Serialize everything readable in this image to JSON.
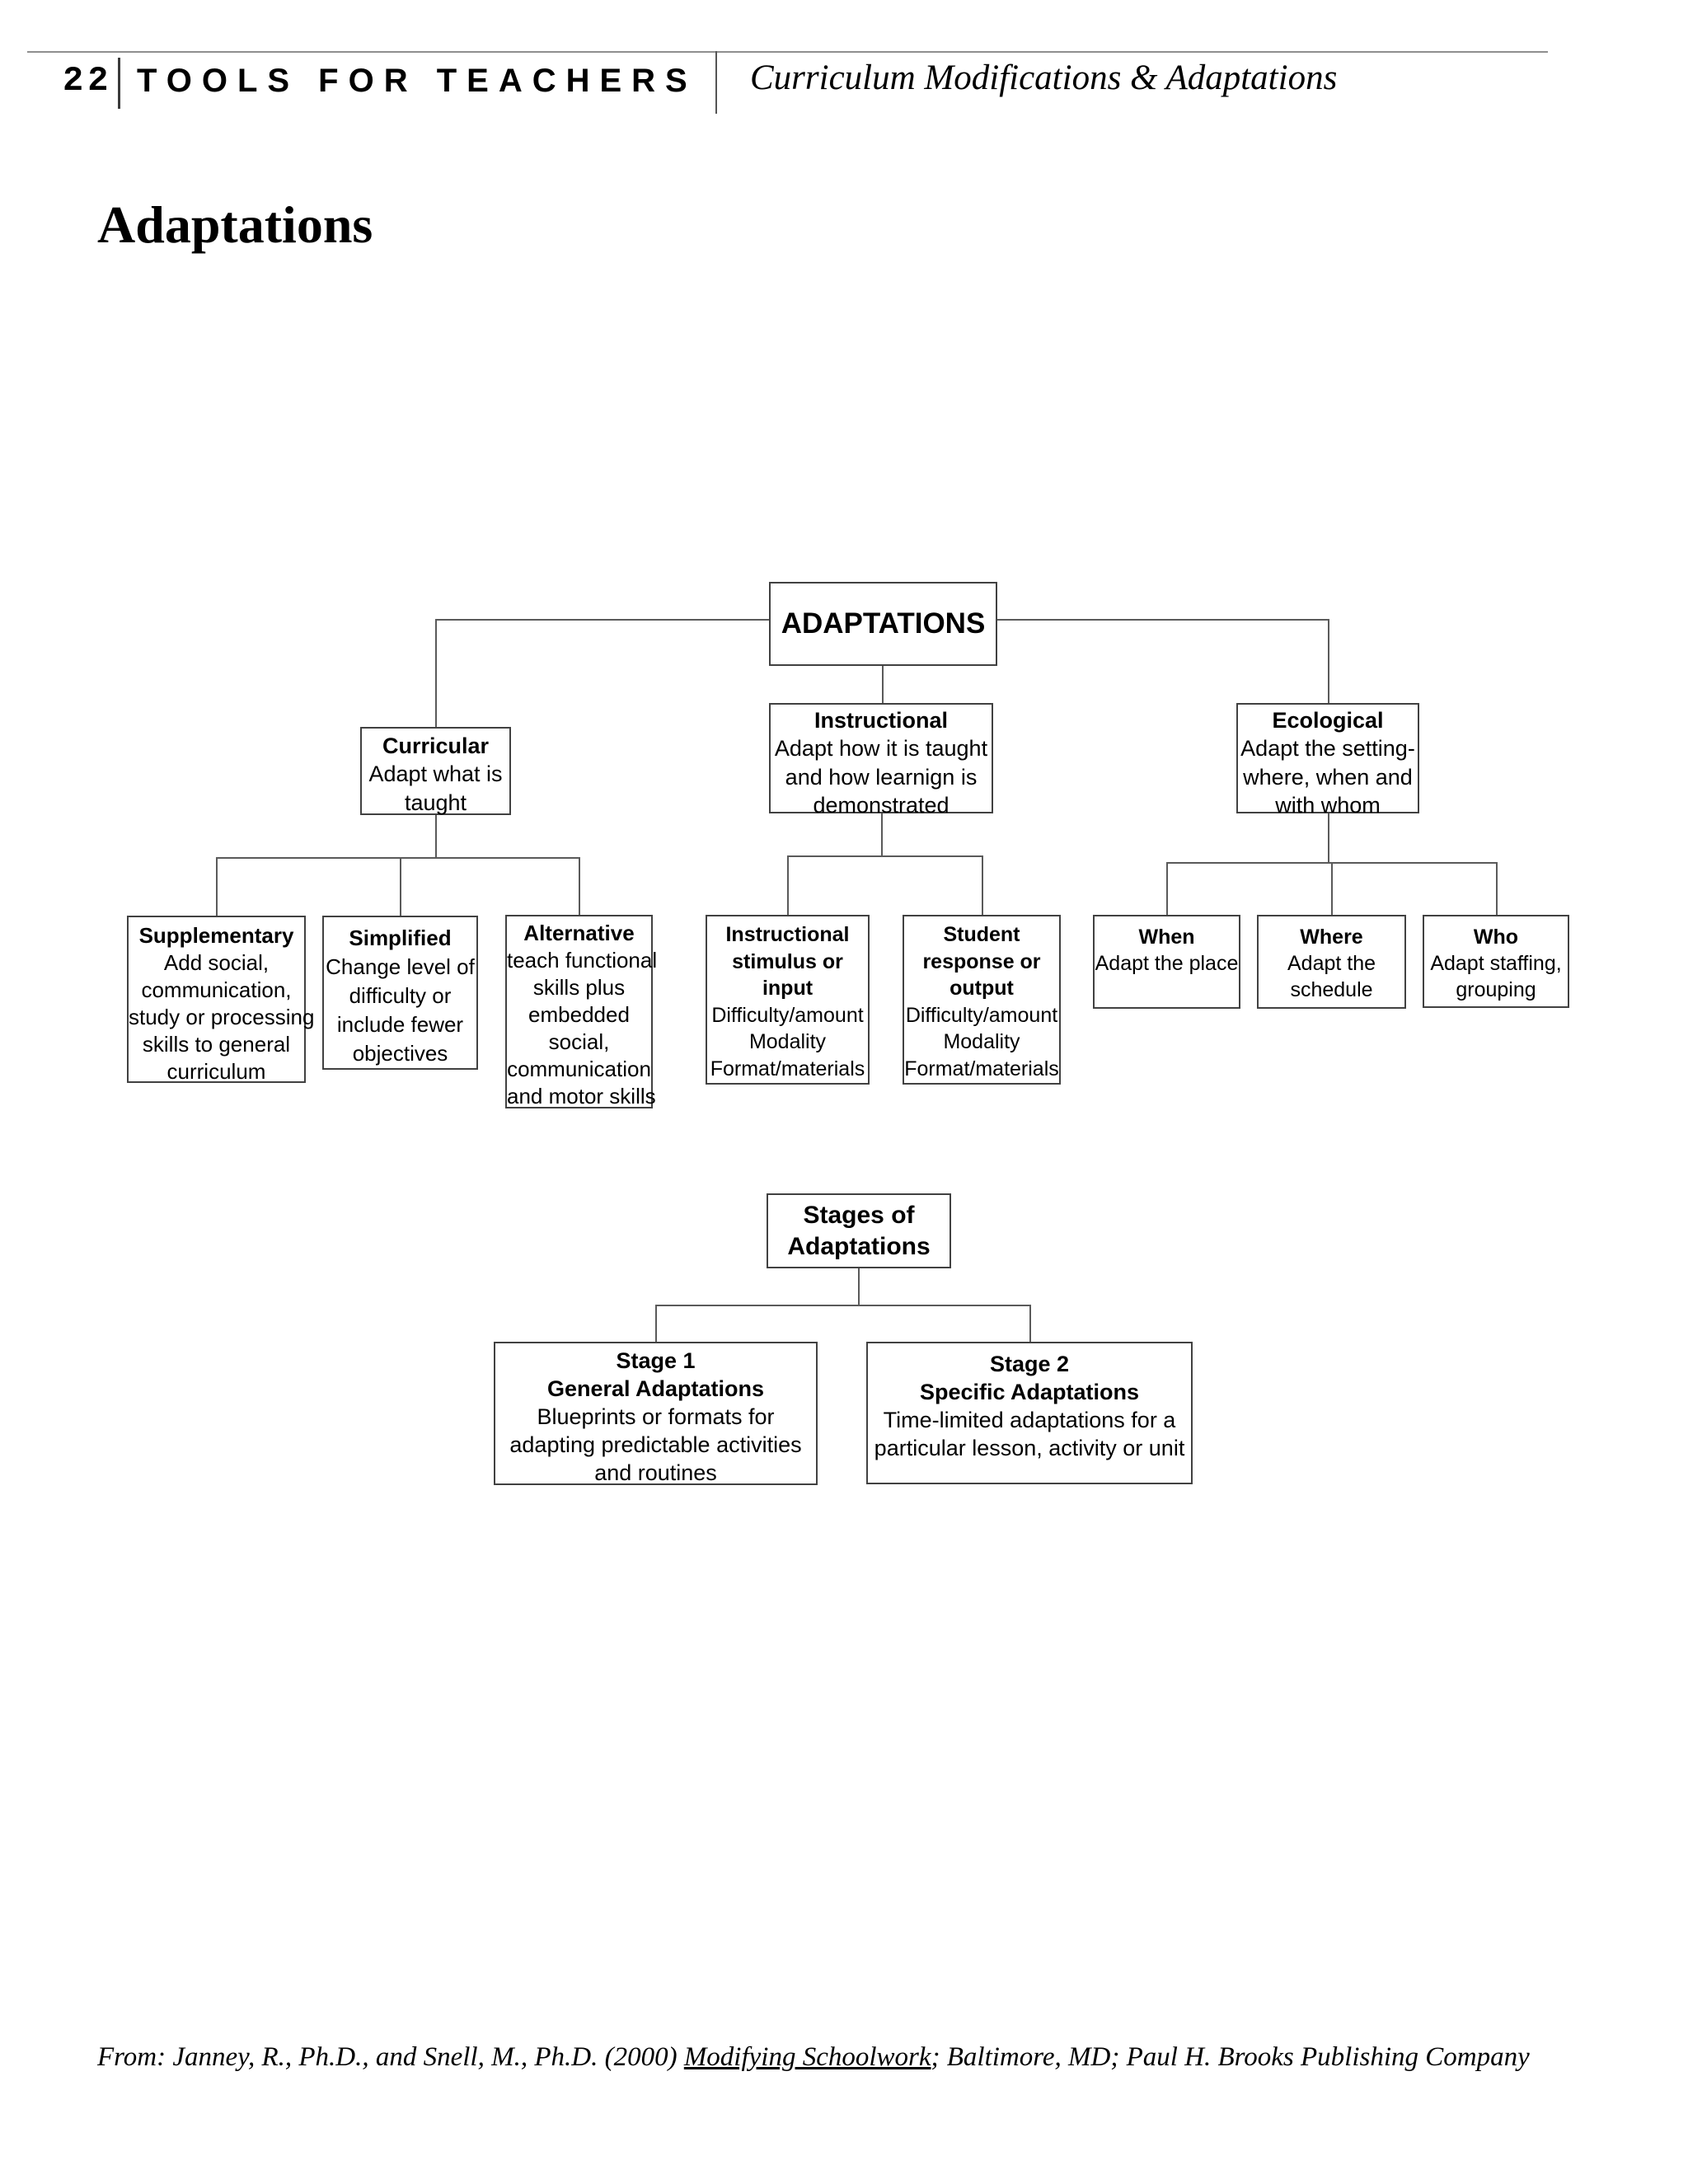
{
  "header": {
    "page_number": "22",
    "book_title": "TOOLS FOR TEACHERS",
    "section_title": "Curriculum Modifications & Adaptations"
  },
  "page_title": "Adaptations",
  "diagram": {
    "root": {
      "title": "ADAPTATIONS"
    },
    "branches": [
      {
        "title": "Curricular",
        "body": "Adapt what is\ntaught",
        "children": [
          {
            "title": "Supplementary",
            "body": "Add social,\ncommunication,\nstudy or processing\nskills to general\ncurriculum"
          },
          {
            "title": "Simplified",
            "body": "Change level of\ndifficulty or\ninclude fewer\nobjectives"
          },
          {
            "title": "Alternative",
            "body": "teach functional\nskills plus\nembedded\nsocial,\ncommunication\nand motor skills"
          }
        ]
      },
      {
        "title": "Instructional",
        "body": "Adapt how it is taught\nand how learnign is\ndemonstrated",
        "children": [
          {
            "title": "Instructional\nstimulus or\ninput",
            "body": "Difficulty/amount\nModality\nFormat/materials"
          },
          {
            "title": "Student\nresponse or\noutput",
            "body": "Difficulty/amount\nModality\nFormat/materials"
          }
        ]
      },
      {
        "title": "Ecological",
        "body": "Adapt the setting-\nwhere, when and\nwith whom",
        "children": [
          {
            "title": "When",
            "body": "Adapt the place"
          },
          {
            "title": "Where",
            "body": "Adapt the\nschedule"
          },
          {
            "title": "Who",
            "body": "Adapt staffing,\ngrouping"
          }
        ]
      }
    ]
  },
  "stages": {
    "title": "Stages of\nAdaptations",
    "items": [
      {
        "title": "Stage 1",
        "subtitle": "General Adaptations",
        "body": "Blueprints or formats for\nadapting predictable activities\nand routines"
      },
      {
        "title": "Stage 2",
        "subtitle": "Specific Adaptations",
        "body": "Time-limited adaptations for a\nparticular lesson, activity or unit"
      }
    ]
  },
  "footer": {
    "prefix": "From: Janney, R., Ph.D., and Snell, M., Ph.D. (2000) ",
    "underlined": "Modifying Schoolwork",
    "suffix": "; Baltimore, MD; Paul H. Brooks Publishing Company"
  }
}
